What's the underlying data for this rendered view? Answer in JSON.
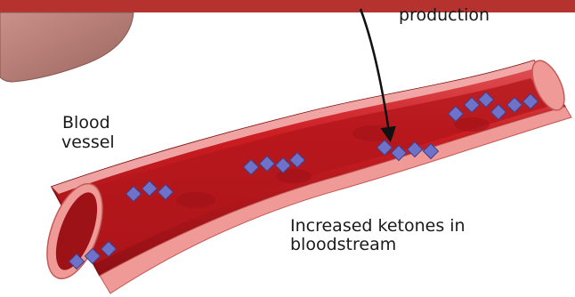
{
  "labels": {
    "blood_vessel_line1": "Blood",
    "blood_vessel_line2": "vessel",
    "production": "production",
    "ketones_line1": "Increased ketones in",
    "ketones_line2": "bloodstream"
  },
  "icons": {
    "ketone": "ketone-molecule-icon",
    "arrow": "arrow-down-icon"
  },
  "colors": {
    "header_bar": "#b5322f",
    "liver": "#b07a72",
    "vessel_dark": "#a8161a",
    "vessel_mid": "#cc1d22",
    "vessel_light": "#ef9a96",
    "ketone": "#6f72c9"
  }
}
